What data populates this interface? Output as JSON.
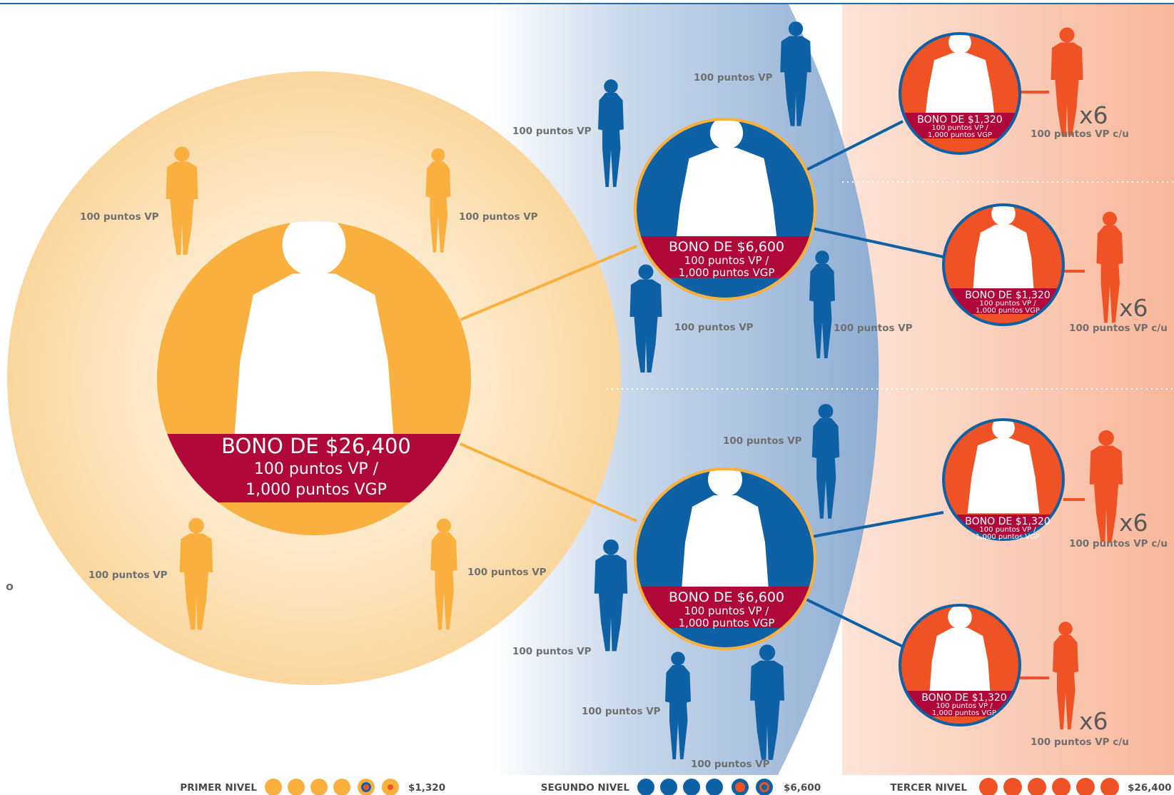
{
  "colors": {
    "gold": "#f9b03f",
    "blue": "#0d61a4",
    "orange": "#ef5224",
    "crimson": "#b1083a",
    "label_gray": "#6f6f6f"
  },
  "vp_label": "100 puntos VP",
  "vp_each_label": "100 puntos VP c/u",
  "multiplier": "x6",
  "cut_text": "o",
  "tier1": {
    "bono": "BONO DE $26,400",
    "line1": "100 puntos VP /",
    "line2": "1,000 puntos VGP"
  },
  "tier2": {
    "bono": "BONO DE $6,600",
    "line1": "100 puntos VP /",
    "line2": "1,000 puntos VGP"
  },
  "tier3": {
    "bono": "BONO DE $1,320",
    "line1": "100 puntos VP /",
    "line2": "1,000 puntos VGP"
  },
  "legend": [
    {
      "label": "PRIMER NIVEL",
      "value": "$1,320"
    },
    {
      "label": "SEGUNDO NIVEL",
      "value": "$6,600"
    },
    {
      "label": "TERCER NIVEL",
      "value": "$26,400"
    }
  ]
}
